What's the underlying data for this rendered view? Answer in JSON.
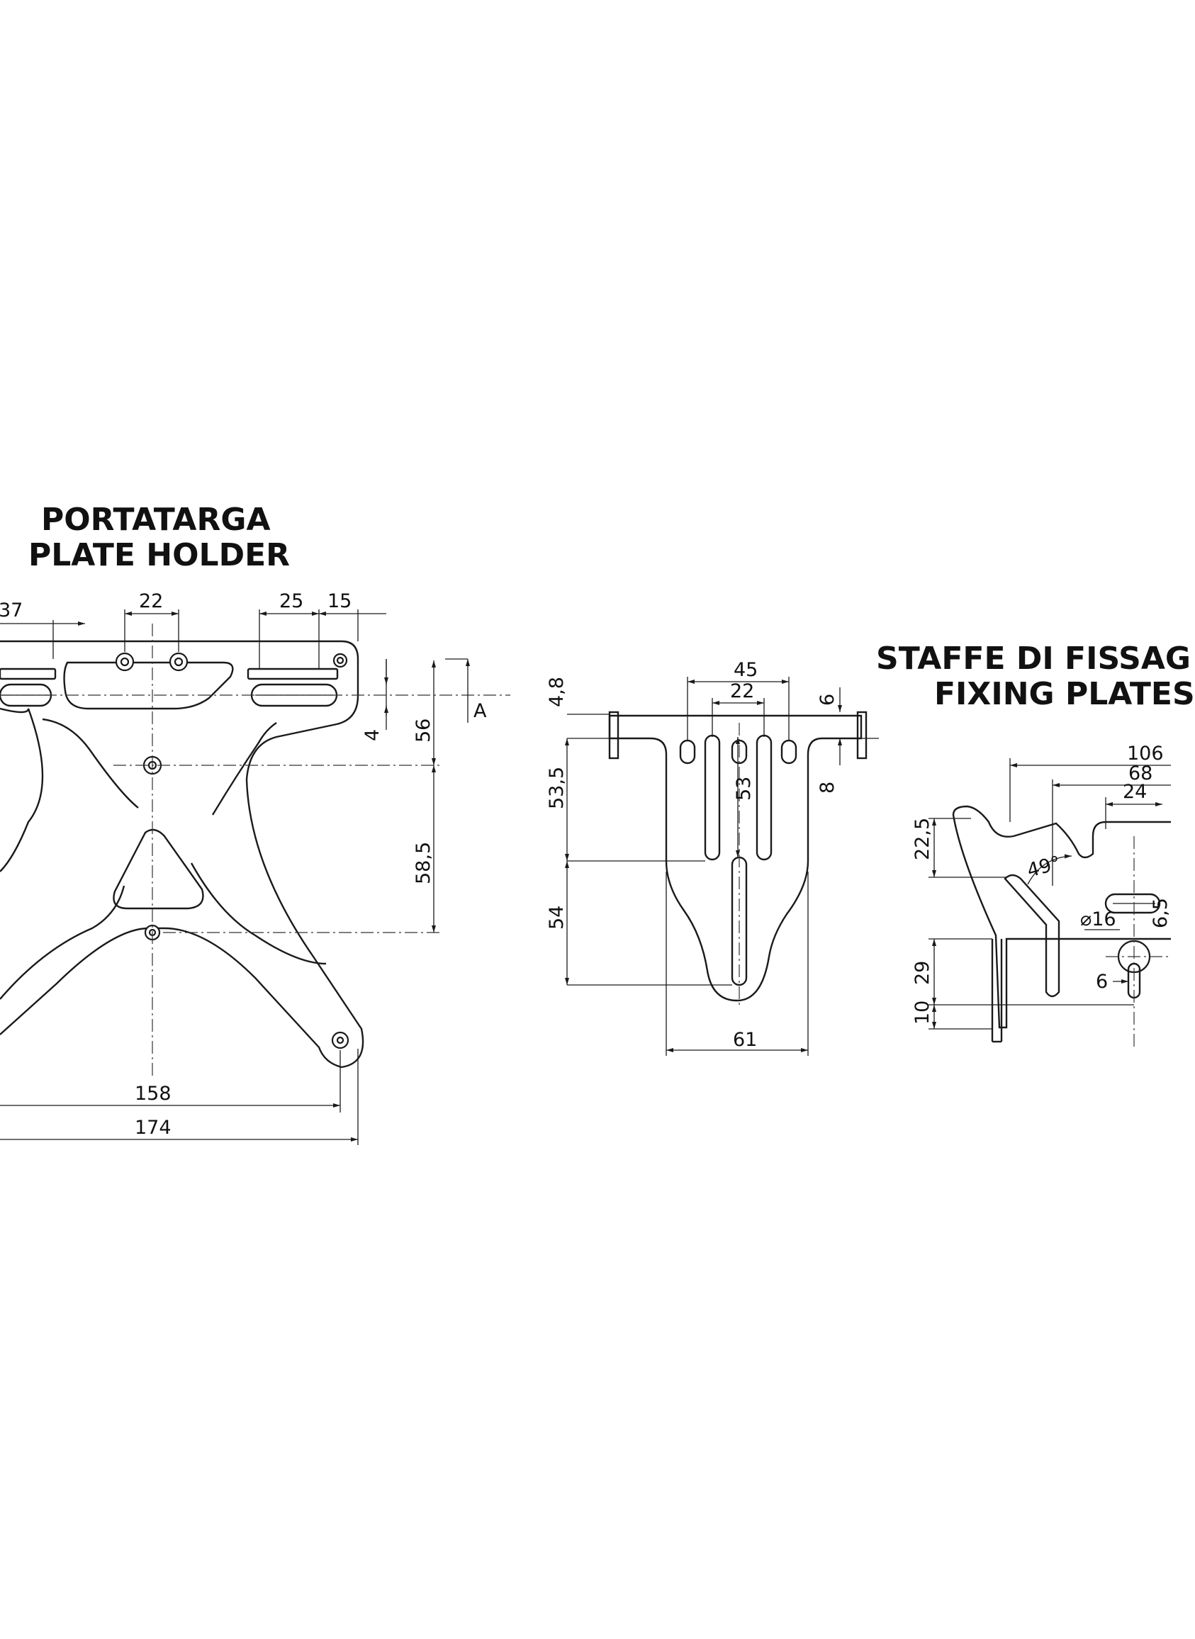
{
  "plate_holder": {
    "title_it": "PORTATARGA",
    "title_en": "PLATE HOLDER",
    "section_label": "A",
    "dims": {
      "d37": "37",
      "d22": "22",
      "d25": "25",
      "d15": "15",
      "d4": "4",
      "d56": "56",
      "d58_5": "58,5",
      "d158": "158",
      "d174": "174"
    }
  },
  "bracket_front": {
    "dims": {
      "d45": "45",
      "d22": "22",
      "d6": "6",
      "d4_8": "4,8",
      "d53_5": "53,5",
      "d53": "53",
      "d8": "8",
      "d54": "54",
      "d61": "61"
    }
  },
  "fixing_plates": {
    "title_it": "STAFFE DI FISSAG",
    "title_en": "FIXING PLATES",
    "dims": {
      "d106": "106",
      "d68": "68",
      "d24": "24",
      "d22_5": "22,5",
      "a49": "49°",
      "dia16": "⌀16",
      "d6_5": "6,5",
      "d29": "29",
      "d10": "10",
      "d6": "6"
    }
  }
}
